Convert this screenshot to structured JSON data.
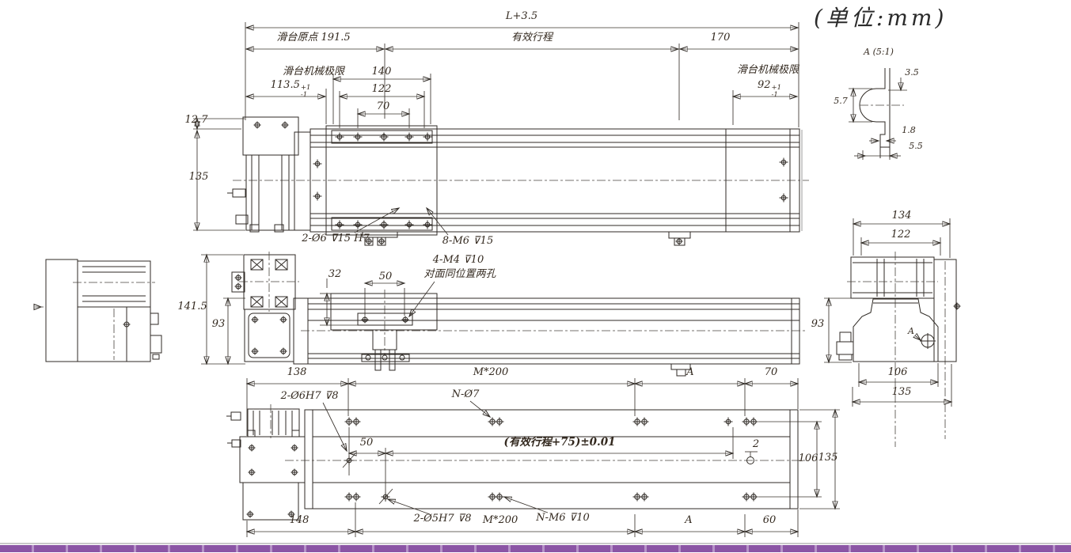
{
  "colors": {
    "footer-purple": "#8b55a5",
    "footer-purple-light": "#b793c8",
    "line": "#2f2a25"
  },
  "units_note": "(单位:mm)",
  "detail_a": {
    "title": "A (5:1)",
    "opening": "3.5",
    "depth": "5.7",
    "lip": "1.8",
    "width": "5.5"
  },
  "top_view": {
    "total_length": "L+3.5",
    "origin": "滑台原点 191.5",
    "effective_stroke": "有效行程",
    "right_end": "170",
    "mech_limit_left_label": "滑台机械极限",
    "mech_limit_left": {
      "nominal": "113.5",
      "upper": "+1",
      "lower": "-1"
    },
    "mech_limit_right_label": "滑台机械极限",
    "mech_limit_right": {
      "nominal": "92",
      "upper": "+1",
      "lower": "-1"
    },
    "carriage_width": "140",
    "carriage_holes_span": "122",
    "carriage_holes_inner": "70",
    "top_offset": "12.7",
    "body_height": "135",
    "callout_dowel": "2-Ø6 ⊽15 H7",
    "callout_thread": "8-M6 ⊽15"
  },
  "front_view": {
    "carriage_height": "32",
    "hole_span": "50",
    "callout_thread": "4-M4 ⊽10",
    "callout_note": "对面同位置两孔",
    "total_height": "141.5",
    "body_height": "93"
  },
  "end_view": {
    "width_134": "134",
    "width_122": "122",
    "width_106": "106",
    "width_135": "135",
    "height_93": "93",
    "detail_marker": "A"
  },
  "bottom_view": {
    "motor_end": "138",
    "hole_pitch_top": "M*200",
    "dim_a_top": "A",
    "end_offset_top": "70",
    "callout_dowel_6": "2-Ø6H7 ⊽8",
    "callout_holes_n7": "N-Ø7",
    "dowel_span": "50",
    "stroke_tolerance": "(有效行程+75)±0.01",
    "pin_offset": "2",
    "motor_end_bottom": "148",
    "callout_dowel_5": "2-Ø5H7 ⊽8",
    "hole_pitch_bottom": "M*200",
    "callout_thread_m6": "N-M6 ⊽10",
    "dim_a_bottom": "A",
    "end_offset_bottom": "60",
    "width_106": "106",
    "width_135": "135"
  }
}
